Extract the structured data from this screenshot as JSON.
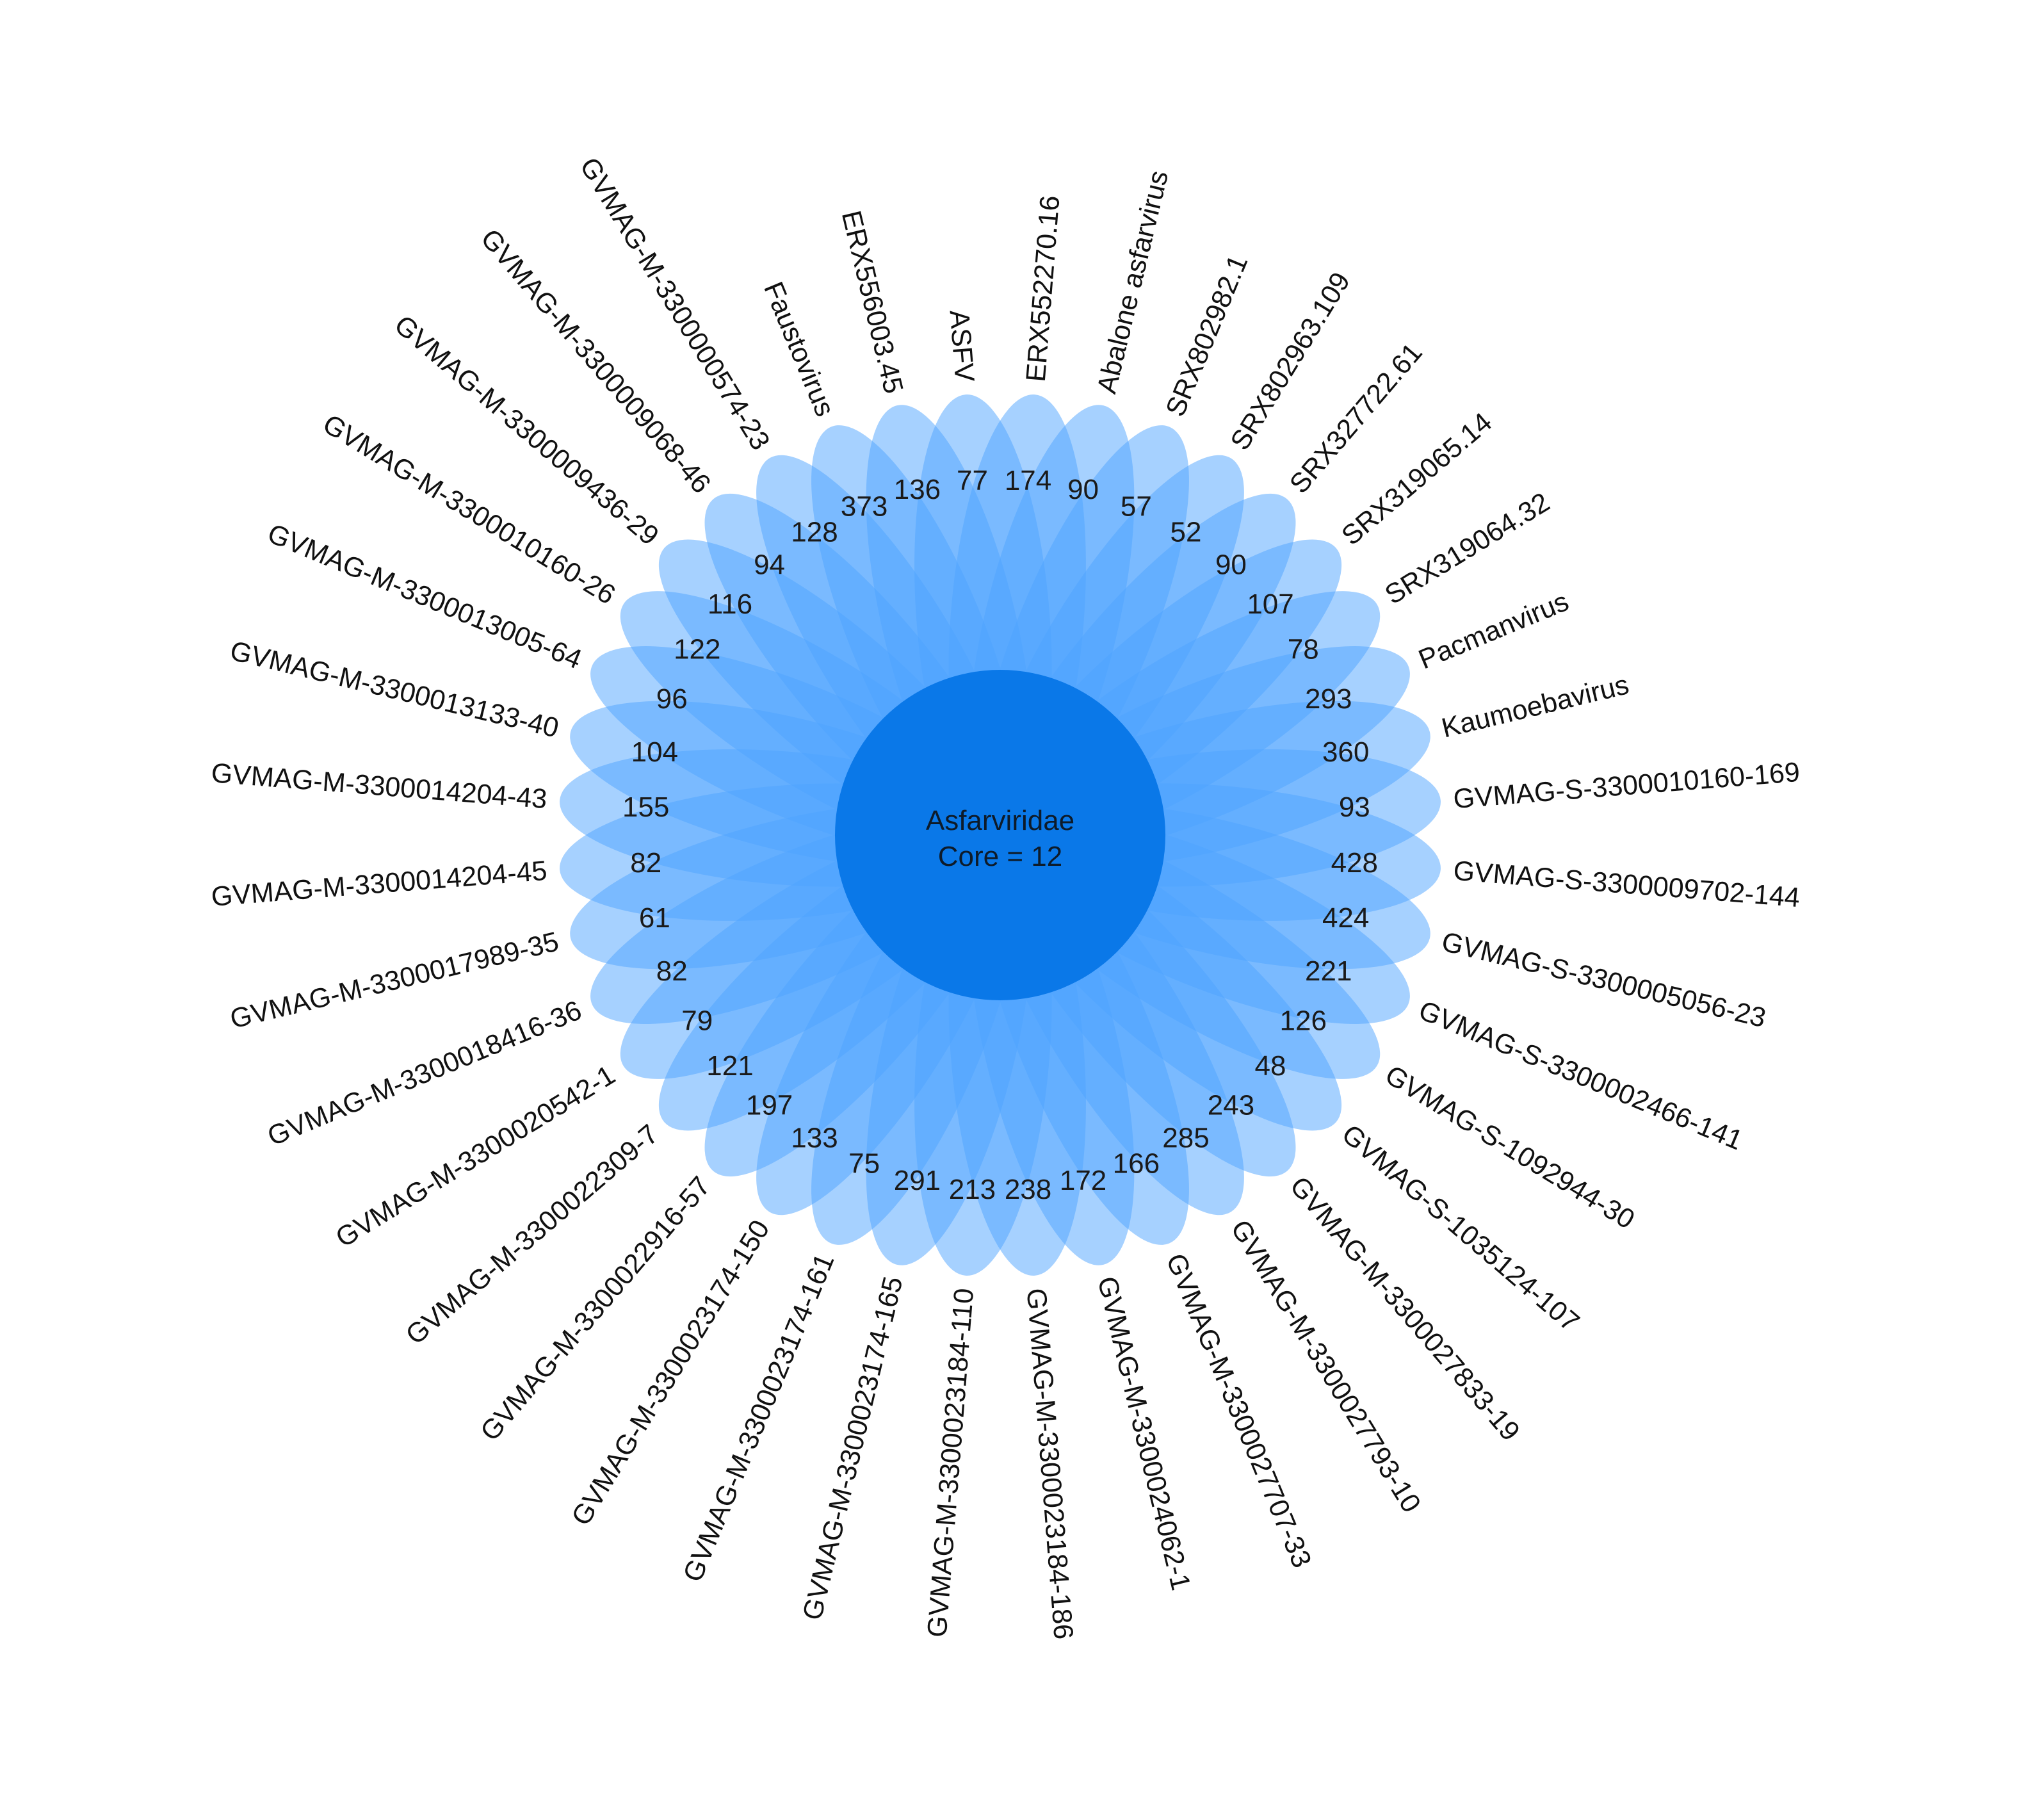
{
  "diagram": {
    "type": "flower-venn",
    "center": {
      "title": "Asfarviridae",
      "subtitle": "Core = 12"
    },
    "colors": {
      "petal": "#4da3ff",
      "core": "#0a78e8"
    },
    "petals": [
      {
        "name": "ERX552270.16",
        "count": "174"
      },
      {
        "name": "Abalone asfarvirus",
        "count": "90"
      },
      {
        "name": "SRX802982.1",
        "count": "57"
      },
      {
        "name": "SRX802963.109",
        "count": "52"
      },
      {
        "name": "SRX327722.61",
        "count": "90"
      },
      {
        "name": "SRX319065.14",
        "count": "107"
      },
      {
        "name": "SRX319064.32",
        "count": "78"
      },
      {
        "name": "Pacmanvirus",
        "count": "293"
      },
      {
        "name": "Kaumoebavirus",
        "count": "360"
      },
      {
        "name": "GVMAG-S-3300010160-169",
        "count": "93"
      },
      {
        "name": "GVMAG-S-3300009702-144",
        "count": "428"
      },
      {
        "name": "GVMAG-S-3300005056-23",
        "count": "424"
      },
      {
        "name": "GVMAG-S-3300002466-141",
        "count": "221"
      },
      {
        "name": "GVMAG-S-1092944-30",
        "count": "126"
      },
      {
        "name": "GVMAG-S-1035124-107",
        "count": "48"
      },
      {
        "name": "GVMAG-M-3300027833-19",
        "count": "243"
      },
      {
        "name": "GVMAG-M-3300027793-10",
        "count": "285"
      },
      {
        "name": "GVMAG-M-3300027707-33",
        "count": "166"
      },
      {
        "name": "GVMAG-M-3300024062-1",
        "count": "172"
      },
      {
        "name": "GVMAG-M-3300023184-186",
        "count": "238"
      },
      {
        "name": "GVMAG-M-3300023184-110",
        "count": "213"
      },
      {
        "name": "GVMAG-M-3300023174-165",
        "count": "291"
      },
      {
        "name": "GVMAG-M-3300023174-161",
        "count": "75"
      },
      {
        "name": "GVMAG-M-3300023174-150",
        "count": "133"
      },
      {
        "name": "GVMAG-M-3300022916-57",
        "count": "197"
      },
      {
        "name": "GVMAG-M-3300022309-7",
        "count": "121"
      },
      {
        "name": "GVMAG-M-3300020542-1",
        "count": "79"
      },
      {
        "name": "GVMAG-M-3300018416-36",
        "count": "82"
      },
      {
        "name": "GVMAG-M-3300017989-35",
        "count": "61"
      },
      {
        "name": "GVMAG-M-3300014204-45",
        "count": "82"
      },
      {
        "name": "GVMAG-M-3300014204-43",
        "count": "155"
      },
      {
        "name": "GVMAG-M-3300013133-40",
        "count": "104"
      },
      {
        "name": "GVMAG-M-3300013005-64",
        "count": "96"
      },
      {
        "name": "GVMAG-M-3300010160-26",
        "count": "122"
      },
      {
        "name": "GVMAG-M-3300009436-29",
        "count": "116"
      },
      {
        "name": "GVMAG-M-3300009068-46",
        "count": "94"
      },
      {
        "name": "GVMAG-M-3300000574-23",
        "count": "128"
      },
      {
        "name": "Faustovirus",
        "count": "373"
      },
      {
        "name": "ERX556003.45",
        "count": "136"
      },
      {
        "name": "ASFV",
        "count": "77"
      }
    ]
  }
}
